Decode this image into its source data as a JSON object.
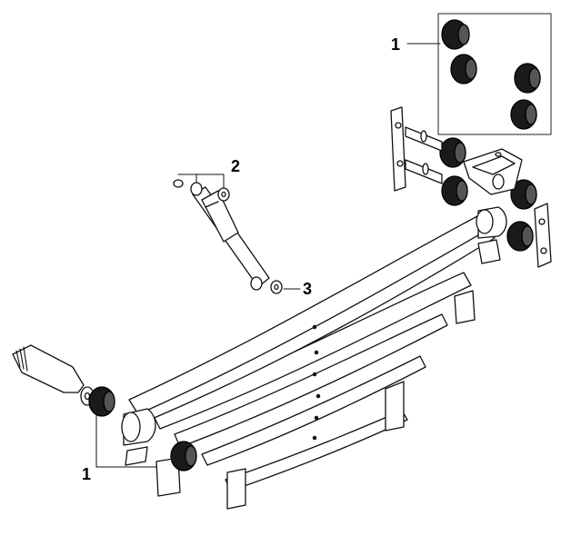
{
  "callouts": {
    "bushing_top": "1",
    "shock_upper_bushing": "2",
    "shock_lower_bushing": "3",
    "bushing_front": "1"
  }
}
